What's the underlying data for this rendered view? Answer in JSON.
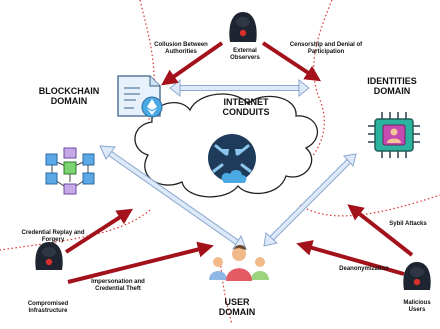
{
  "domains": {
    "blockchain": [
      "BLOCKCHAIN",
      "DOMAIN"
    ],
    "identities": [
      "IDENTITIES",
      "DOMAIN"
    ],
    "user": [
      "USER",
      "DOMAIN"
    ]
  },
  "center": [
    "INTERNET",
    "CONDUITS"
  ],
  "actors": {
    "external": [
      "External",
      "Observers"
    ],
    "compromised": [
      "Compromised",
      "Infrastructure"
    ],
    "malicious": [
      "Malicious",
      "Users"
    ]
  },
  "threats": {
    "collusion": [
      "Collusion Between",
      "Authorities"
    ],
    "censorship": [
      "Censorship and Denial of",
      "Participation"
    ],
    "replay": [
      "Credential Replay and",
      "Forgery"
    ],
    "impersonation": [
      "Impersonation and",
      "Credential Theft"
    ],
    "sybil": "Sybil Attacks",
    "deanonymization": "Deanonymization"
  },
  "colors": {
    "threat_arrow": "#a3121b",
    "conduit_arrow": "#c7daf2",
    "boundary": "#d9302c",
    "hacker": "#1e2430",
    "cloud_stroke": "#222222"
  }
}
